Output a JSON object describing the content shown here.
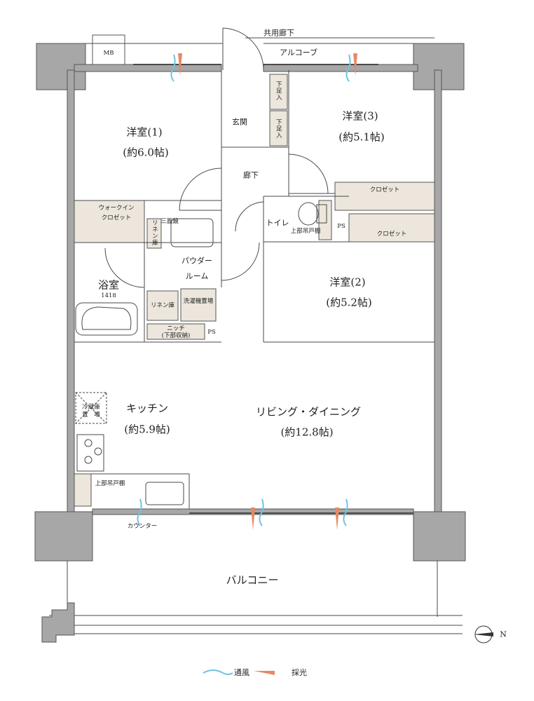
{
  "top": {
    "corridor": "共用廊下",
    "alcove": "アルコーブ",
    "mb": "MB"
  },
  "rooms": {
    "western1": {
      "name": "洋室(1)",
      "area": "(約6.0帖)"
    },
    "western3": {
      "name": "洋室(3)",
      "area": "(約5.1帖)"
    },
    "western2": {
      "name": "洋室(2)",
      "area": "(約5.2帖)"
    },
    "entrance": "玄関",
    "hallway": "廊下",
    "toilet": "トイレ",
    "powder": {
      "line1": "パウダー",
      "line2": "ルーム"
    },
    "bath": {
      "name": "浴室",
      "size": "1418"
    },
    "kitchen": {
      "name": "キッチン",
      "area": "(約5.9帖)"
    },
    "living": {
      "name": "リビング・ダイニング",
      "area": "(約12.8帖)"
    },
    "balcony": "バルコニー"
  },
  "fixtures": {
    "shoe1": "下足入",
    "shoe2": "下足入",
    "walkin1": "ウォークイン",
    "walkin2": "クロゼット",
    "closet1": "クロゼット",
    "closet2": "クロゼット",
    "linen_vertical": "リネン庫",
    "linen": "リネン庫",
    "vanity": "三面鏡",
    "washer": "洗濯機置場",
    "niche1": "ニッチ",
    "niche2": "(下部収納)",
    "ps1": "PS",
    "ps2": "PS",
    "upper_cabinet_toilet": "上部吊戸棚",
    "upper_cabinet_kitchen": "上部吊戸棚",
    "fridge1": "冷蔵庫",
    "fridge2": "置　場",
    "counter": "カウンター"
  },
  "legend": {
    "ventilation": "通風",
    "daylight": "採光"
  },
  "compass": {
    "north": "N"
  },
  "colors": {
    "wall": "#a7a7a7",
    "storage": "#ece6dc",
    "line": "#4a4a4a",
    "wind": "#6fc3e0",
    "light": "#e58a63"
  }
}
